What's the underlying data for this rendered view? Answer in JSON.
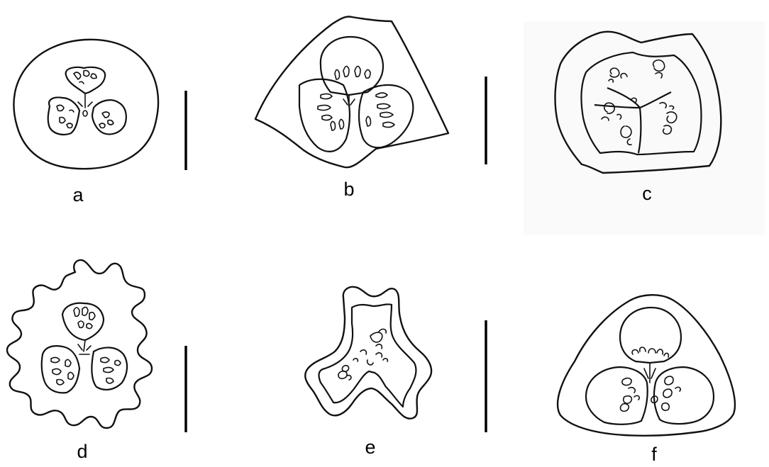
{
  "panels": [
    {
      "id": "a",
      "label": "a"
    },
    {
      "id": "b",
      "label": "b"
    },
    {
      "id": "c",
      "label": "c"
    },
    {
      "id": "d",
      "label": "d"
    },
    {
      "id": "e",
      "label": "e"
    },
    {
      "id": "f",
      "label": "f"
    }
  ],
  "colors": {
    "line": "#111111",
    "background": "#ffffff"
  }
}
